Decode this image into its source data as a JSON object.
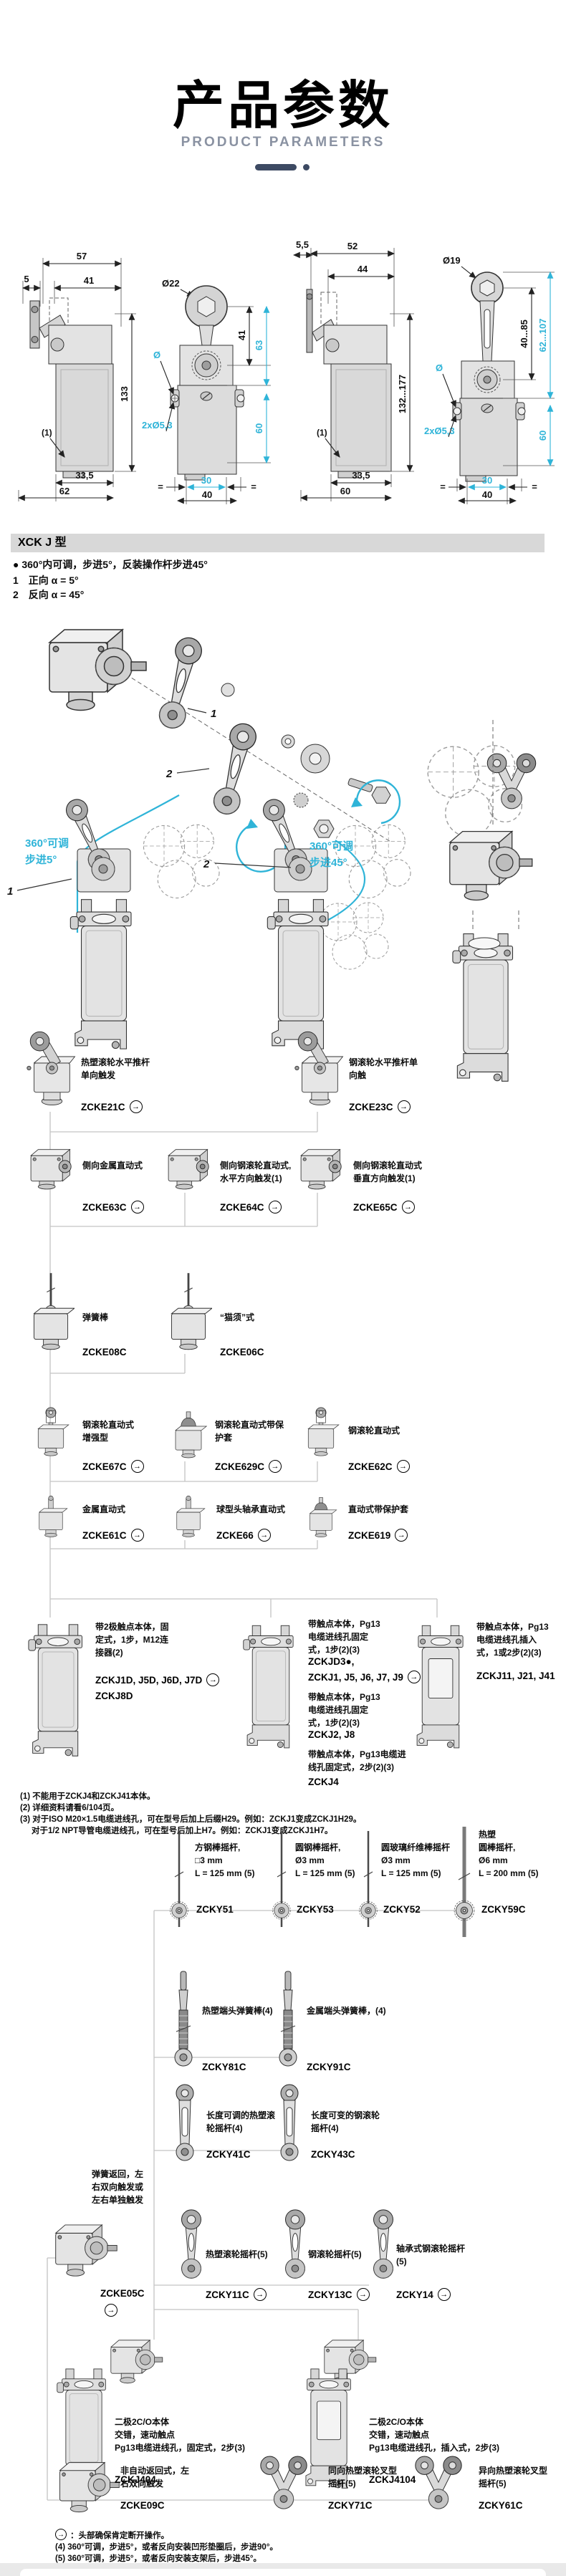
{
  "header": {
    "title": "产品参数",
    "subtitle": "PRODUCT PARAMETERS"
  },
  "icons": {
    "arrow_right": "→"
  },
  "colors": {
    "accent_cyan": "#2fb4d8",
    "divider_navy": "#3d4a63",
    "section_bar_gray": "#d8d8d8"
  },
  "drawings": {
    "d1": {
      "dim_top": "57",
      "dim_mid": "41",
      "dim_left": "5",
      "dim_height": "133",
      "note": "(1)",
      "dim_b1": "33,5",
      "dim_b2": "62"
    },
    "d2": {
      "dia": "Ø22",
      "dim_41": "41",
      "dim_63": "63",
      "dia_small": "Ø",
      "holes": "2xØ5,3",
      "dim_60": "60",
      "eq_l": "=",
      "dim_30": "30",
      "eq_r": "=",
      "dim_40": "40"
    },
    "d3": {
      "dim_top": "52",
      "dim_mid": "44",
      "dim_left": "5,5",
      "dim_height": "132...177",
      "note": "(1)",
      "dim_b1": "33,5",
      "dim_b2": "60"
    },
    "d4": {
      "dia": "Ø19",
      "dim_range": "40...85",
      "dim_range2": "62...107",
      "dim_60": "60",
      "dia_small": "Ø",
      "holes": "2xØ5,3",
      "eq_l": "=",
      "dim_30": "30",
      "eq_r": "=",
      "dim_40": "40"
    }
  },
  "section": {
    "heading": "XCK J 型",
    "bullet": "● 360°内可调，步进5°，反装操作杆步进45°",
    "item1": "1　正向 α = 5°",
    "item2": "2　反向 α = 45°"
  },
  "assembly": {
    "label_left": "360°可调\n步进5°",
    "label_right": "360°可调\n步进45°",
    "callout_1": "1",
    "callout_2": "2",
    "callout_sw1": "1",
    "callout_sw2": "2"
  },
  "tree1": {
    "row_a": [
      {
        "desc": "热塑滚轮水平推杆\n单向触发",
        "code": "ZCKE21C"
      },
      {
        "desc": "钢滚轮水平推杆单\n向触",
        "code": "ZCKE23C"
      }
    ],
    "row_b": [
      {
        "desc": "侧向金属直动式",
        "code": "ZCKE63C"
      },
      {
        "desc": "侧向钢滚轮直动式,\n水平方向触发(1)",
        "code": "ZCKE64C"
      },
      {
        "desc": "侧向钢滚轮直动式\n垂直方向触发(1)",
        "code": "ZCKE65C"
      }
    ],
    "row_c": [
      {
        "desc": "弹簧棒",
        "code": "ZCKE08C"
      },
      {
        "desc": "“猫须”式",
        "code": "ZCKE06C"
      }
    ],
    "row_d": [
      {
        "desc": "钢滚轮直动式\n增强型",
        "code": "ZCKE67C"
      },
      {
        "desc": "钢滚轮直动式带保\n护套",
        "code": "ZCKE629C"
      },
      {
        "desc": "钢滚轮直动式",
        "code": "ZCKE62C"
      }
    ],
    "row_e": [
      {
        "desc": "金属直动式",
        "code": "ZCKE61C"
      },
      {
        "desc": "球型头轴承直动式",
        "code": "ZCKE66"
      },
      {
        "desc": "直动式带保护套",
        "code": "ZCKE619"
      }
    ]
  },
  "bodies1": {
    "b1": {
      "desc": "带2极触点本体，固\n定式，1步，M12连\n接器(2)",
      "code1": "ZCKJ1D, J5D, J6D, J7D",
      "code2": "ZCKJ8D"
    },
    "b2": {
      "desc1": "带触点本体，Pg13\n电缆进线孔固定\n式，1步(2)(3)",
      "code1": "ZCKJD3●,",
      "code2": "ZCKJ1, J5, J6, J7, J9",
      "desc2": "带触点本体，Pg13\n电缆进线孔固定\n式，1步(2)(3)",
      "code3": "ZCKJ2, J8",
      "desc3": "带触点本体，Pg13电缆进\n线孔固定式，2步(2)(3)",
      "code4": "ZCKJ4"
    },
    "b3": {
      "desc": "带触点本体，Pg13\n电缆进线孔插入\n式，1或2步(2)(3)",
      "code": "ZCKJ11, J21, J41"
    }
  },
  "footnotes1": {
    "f1": "(1) 不能用于ZCKJ4和ZCKJ41本体。",
    "f2": "(2) 详细资料请看6/104页。",
    "f3": "(3) 对于ISO M20×1.5电缆进线孔，可在型号后加上后缀H29。例如：ZCKJ1变成ZCKJ1H29。",
    "f4": "对于1/2 NPT导管电缆进线孔，可在型号后加上H7。例如：ZCKJ1变成ZCKJ1H7。"
  },
  "tree2": {
    "rods": [
      {
        "desc": "方钢棒摇杆,\n□3 mm\nL = 125 mm (5)",
        "code": "ZCKY51"
      },
      {
        "desc": "圆钢棒摇杆,\nØ3 mm\nL = 125 mm (5)",
        "code": "ZCKY53"
      },
      {
        "desc": "圆玻璃纤维棒摇杆\nØ3 mm\nL = 125 mm (5)",
        "code": "ZCKY52"
      },
      {
        "desc": "热塑\n圆棒摇杆,\nØ6 mm\nL = 200 mm (5)",
        "code": "ZCKY59C"
      }
    ],
    "springs": [
      {
        "desc": "热塑端头弹簧棒(4)",
        "code": "ZCKY81C"
      },
      {
        "desc": "金属端头弹簧棒，(4)",
        "code": "ZCKY91C"
      }
    ],
    "adj": [
      {
        "desc": "长度可调的热塑滚\n轮摇杆(4)",
        "code": "ZCKY41C"
      },
      {
        "desc": "长度可变的钢滚轮\n摇杆(4)",
        "code": "ZCKY43C"
      }
    ],
    "head05": {
      "desc": "弹簧返回，左\n右双向触发或\n左右单独触发",
      "code": "ZCKE05C"
    },
    "levers": [
      {
        "desc": "热塑滚轮摇杆(5)",
        "code": "ZCKY11C"
      },
      {
        "desc": "钢滚轮摇杆(5)",
        "code": "ZCKY13C"
      },
      {
        "desc": "轴承式钢滚轮摇杆\n(5)",
        "code": "ZCKY14"
      }
    ],
    "bodies": [
      {
        "desc": "二极2C/O本体\n交错，速动触点\nPg13电缆进线孔，固定式，2步(3)",
        "code": "ZCKJ404"
      },
      {
        "desc": "二极2C/O本体\n交错，速动触点\nPg13电缆进线孔，插入式，2步(3)",
        "code": "ZCKJ4104"
      }
    ],
    "bottom": [
      {
        "desc": "非自动返回式，左\n右双向触发",
        "code": "ZCKE09C"
      },
      {
        "desc": "同向热塑滚轮叉型\n摇杆(5)",
        "code": "ZCKY71C"
      },
      {
        "desc": "异向热塑滚轮叉型\n摇杆(5)",
        "code": "ZCKY61C"
      }
    ]
  },
  "footnotes2": {
    "arrow_note": "：头部确保肯定断开操作。",
    "f4": "(4) 360°可调，步进5°，或者反向安装凹形垫圈后，步进90°。",
    "f5": "(5) 360°可调，步进5°，或者反向安装支架后，步进45°。"
  }
}
